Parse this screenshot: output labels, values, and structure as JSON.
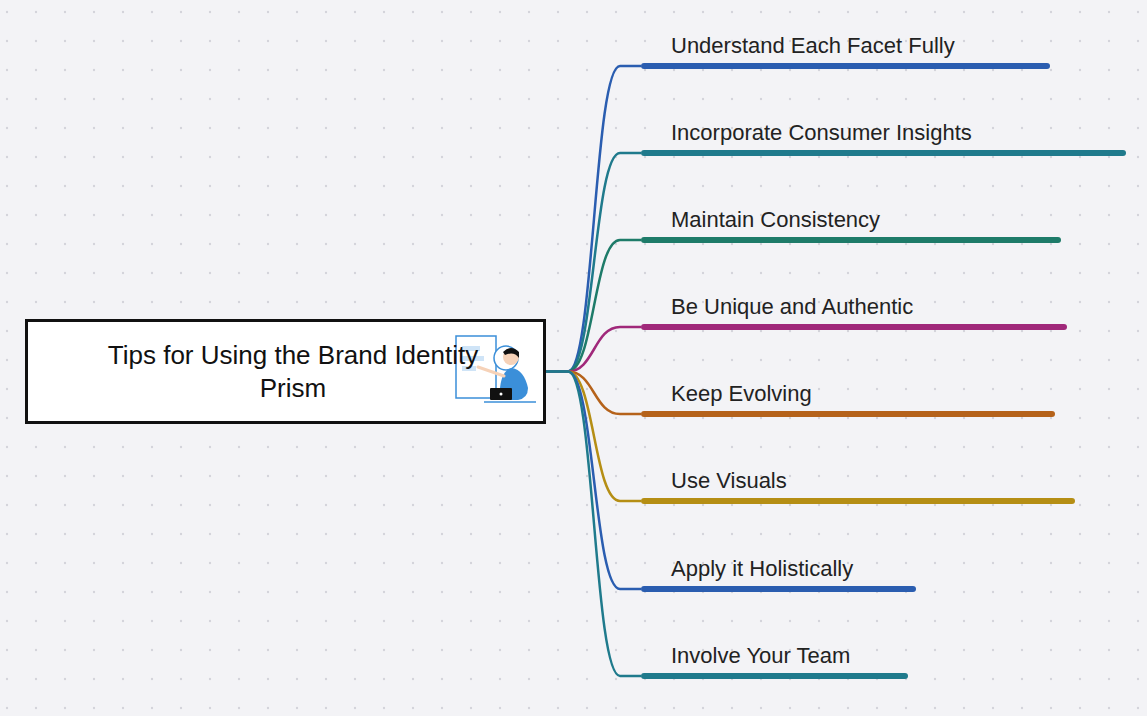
{
  "diagram": {
    "nodes": [
      {
        "text": [
          "Tips for Using the Brand Identity Prism"
        ]
      },
      {
        "text": [
          "Understand Each Facet Fully"
        ]
      },
      {
        "text": [
          "Incorporate Consumer Insights"
        ]
      },
      {
        "text": [
          "Maintain Consistency"
        ]
      },
      {
        "text": [
          "Be Unique and Authentic"
        ]
      },
      {
        "text": [
          "Keep Evolving"
        ]
      },
      {
        "text": [
          "Use Visuals"
        ]
      },
      {
        "text": [
          "Apply it Holistically"
        ]
      },
      {
        "text": [
          "Involve Your Team"
        ]
      }
    ],
    "edges": [
      {
        "from": 0,
        "to": 1,
        "arrow": "none"
      },
      {
        "from": 0,
        "to": 2,
        "arrow": "none"
      },
      {
        "from": 0,
        "to": 3,
        "arrow": "none"
      },
      {
        "from": 0,
        "to": 4,
        "arrow": "none"
      },
      {
        "from": 0,
        "to": 5,
        "arrow": "none"
      },
      {
        "from": 0,
        "to": 6,
        "arrow": "none"
      },
      {
        "from": 0,
        "to": 7,
        "arrow": "none"
      },
      {
        "from": 0,
        "to": 8,
        "arrow": "none"
      }
    ]
  }
}
